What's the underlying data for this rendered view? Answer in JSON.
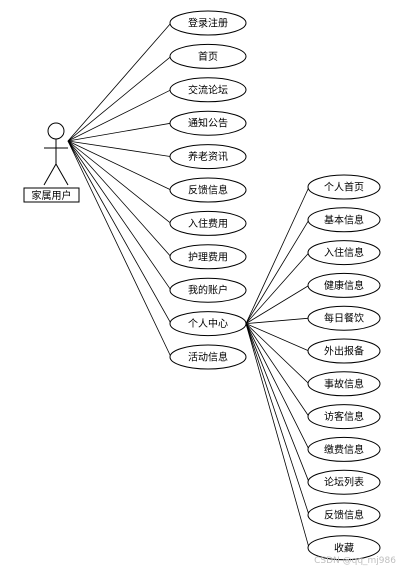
{
  "actor": {
    "label": "家属用户"
  },
  "main_use_cases": [
    {
      "label": "登录注册"
    },
    {
      "label": "首页"
    },
    {
      "label": "交流论坛"
    },
    {
      "label": "通知公告"
    },
    {
      "label": "养老资讯"
    },
    {
      "label": "反馈信息"
    },
    {
      "label": "入住费用"
    },
    {
      "label": "护理费用"
    },
    {
      "label": "我的账户"
    },
    {
      "label": "个人中心"
    },
    {
      "label": "活动信息"
    }
  ],
  "personal_center_use_cases": [
    {
      "label": "个人首页"
    },
    {
      "label": "基本信息"
    },
    {
      "label": "入住信息"
    },
    {
      "label": "健康信息"
    },
    {
      "label": "每日餐饮"
    },
    {
      "label": "外出报备"
    },
    {
      "label": "事故信息"
    },
    {
      "label": "访客信息"
    },
    {
      "label": "缴费信息"
    },
    {
      "label": "论坛列表"
    },
    {
      "label": "反馈信息"
    },
    {
      "label": "收藏"
    }
  ],
  "watermark": "CSDN @qq_mj986"
}
